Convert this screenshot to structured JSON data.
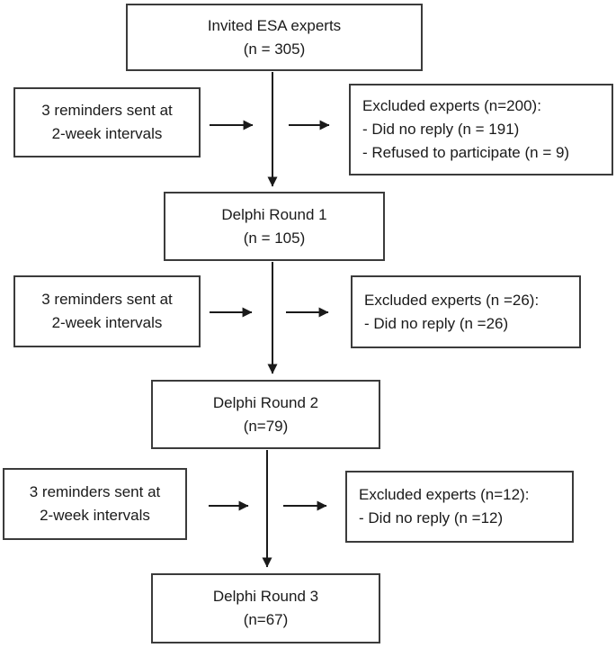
{
  "colors": {
    "box_border": "#3b3b3b",
    "text": "#1a1a1a",
    "arrow": "#1a1a1a",
    "background": "#ffffff"
  },
  "boxes": {
    "invited": {
      "line1": "Invited ESA experts",
      "line2": "(n = 305)"
    },
    "reminder1": {
      "line1": "3 reminders sent at",
      "line2": "2-week intervals"
    },
    "excluded1": {
      "line1": "Excluded experts (n=200):",
      "line2": "- Did no reply (n = 191)",
      "line3": "- Refused to participate (n = 9)"
    },
    "round1": {
      "line1": "Delphi Round 1",
      "line2": "(n = 105)"
    },
    "reminder2": {
      "line1": "3 reminders sent at",
      "line2": "2-week intervals"
    },
    "excluded2": {
      "line1": "Excluded experts (n =26):",
      "line2": "- Did no reply (n =26)"
    },
    "round2": {
      "line1": "Delphi Round 2",
      "line2": "(n=79)"
    },
    "reminder3": {
      "line1": "3 reminders sent at",
      "line2": "2-week intervals"
    },
    "excluded3": {
      "line1": "Excluded experts (n=12):",
      "line2": "- Did no reply (n =12)"
    },
    "round3": {
      "line1": "Delphi Round 3",
      "line2": "(n=67)"
    }
  }
}
